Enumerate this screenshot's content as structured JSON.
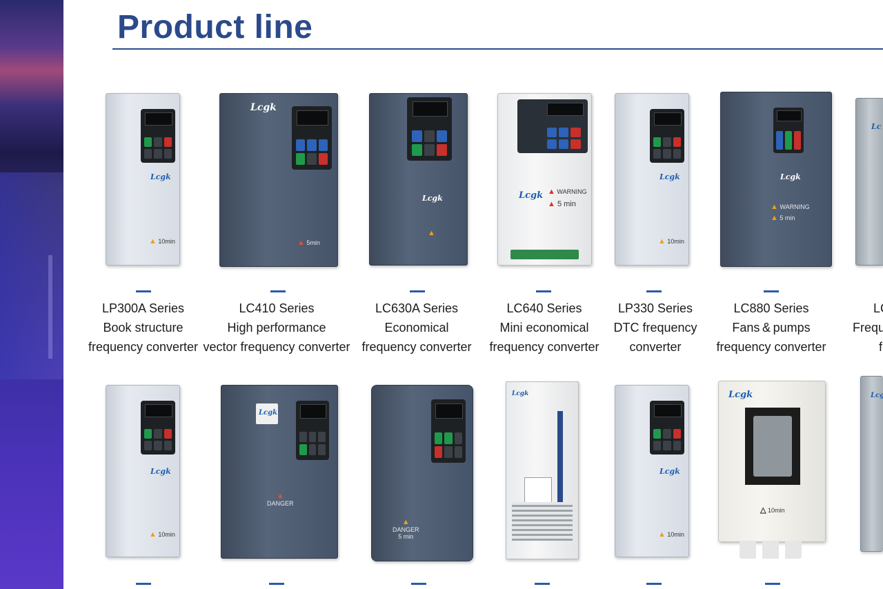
{
  "page": {
    "title": "Product line"
  },
  "products_row1": [
    {
      "lines": [
        "LP300A Series",
        "Book structure",
        "frequency converter"
      ]
    },
    {
      "lines": [
        "LC410 Series",
        "High performance",
        "vector frequency converter"
      ]
    },
    {
      "lines": [
        "LC630A Series",
        "Economical",
        "frequency converter"
      ]
    },
    {
      "lines": [
        "LC640  Series",
        "Mini economical",
        "frequency converter"
      ]
    },
    {
      "lines": [
        "LP330  Series",
        "DTC frequency",
        "converter"
      ]
    },
    {
      "lines": [
        "LC880  Series",
        "Fans & pumps",
        "frequency converter"
      ]
    },
    {
      "lines": [
        "LC",
        "Frequ",
        "f"
      ]
    }
  ],
  "device_text": {
    "brand": "Lcgk",
    "warning": "WARNING",
    "time_5": "5 min",
    "time_5b": "5min",
    "time_10": "10min",
    "danger": "DANGER",
    "danger_time": "5 min"
  },
  "colors": {
    "title": "#2b4a8b",
    "accent_dash": "#2b5aa8",
    "warning": "#e8a21a"
  }
}
